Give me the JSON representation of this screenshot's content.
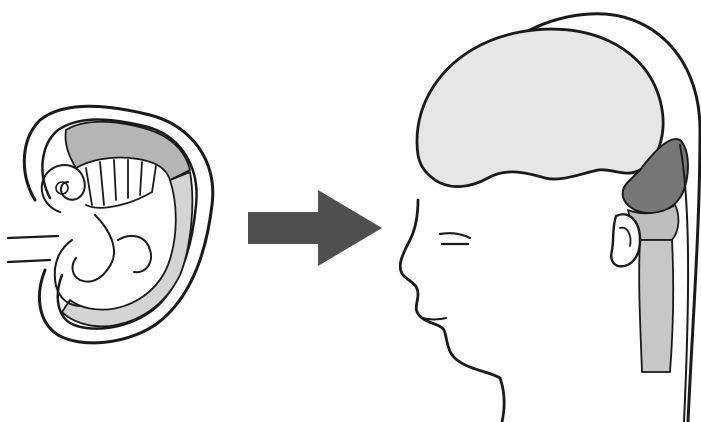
{
  "figure": {
    "background": "#ffffff",
    "colors": {
      "line": "#1a1a1a",
      "light_fill": "#e6e6e6",
      "mid_fill": "#b5b5b5",
      "dark_fill": "#777777",
      "arrow": "#4f4f4f"
    },
    "panels": [
      {
        "id": "embryo",
        "icon": "embryo-icon"
      },
      {
        "id": "arrow",
        "icon": "arrow-right-icon"
      },
      {
        "id": "adult-head",
        "icon": "head-profile-icon"
      }
    ]
  }
}
